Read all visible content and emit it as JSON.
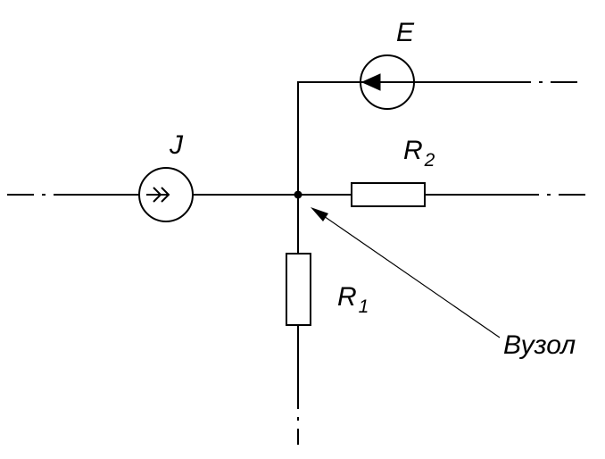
{
  "labels": {
    "source_e": "E",
    "source_j": "J",
    "r1": {
      "letter": "R",
      "index": "1"
    },
    "r2": {
      "letter": "R",
      "index": "2"
    },
    "node": "Вузол"
  }
}
